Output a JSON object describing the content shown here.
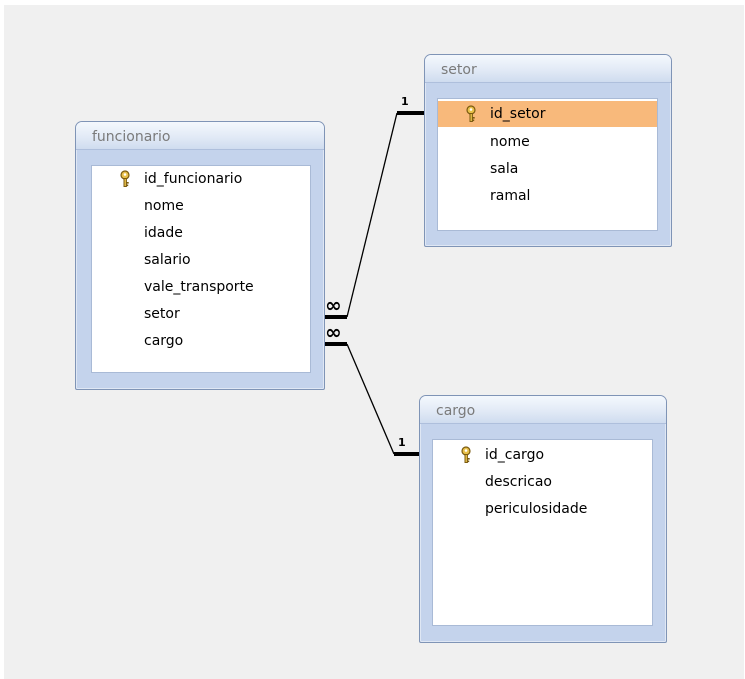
{
  "tables": {
    "funcionario": {
      "name": "funcionario",
      "fields": [
        "id_funcionario",
        "nome",
        "idade",
        "salario",
        "vale_transporte",
        "setor",
        "cargo"
      ],
      "primary_key": "id_funcionario"
    },
    "setor": {
      "name": "setor",
      "fields": [
        "id_setor",
        "nome",
        "sala",
        "ramal"
      ],
      "primary_key": "id_setor",
      "selected_field": "id_setor"
    },
    "cargo": {
      "name": "cargo",
      "fields": [
        "id_cargo",
        "descricao",
        "periculosidade"
      ],
      "primary_key": "id_cargo"
    }
  },
  "relationships": [
    {
      "from_table": "funcionario",
      "from_field": "setor",
      "from_cardinality": "∞",
      "to_table": "setor",
      "to_field": "id_setor",
      "to_cardinality": "1"
    },
    {
      "from_table": "funcionario",
      "from_field": "cargo",
      "from_cardinality": "∞",
      "to_table": "cargo",
      "to_field": "id_cargo",
      "to_cardinality": "1"
    }
  ],
  "colors": {
    "selected_field": "#f8b97b",
    "window_frame": "#c4d3ec",
    "canvas": "#f0f0f0"
  },
  "icons": {
    "primary_key": "key-icon"
  }
}
